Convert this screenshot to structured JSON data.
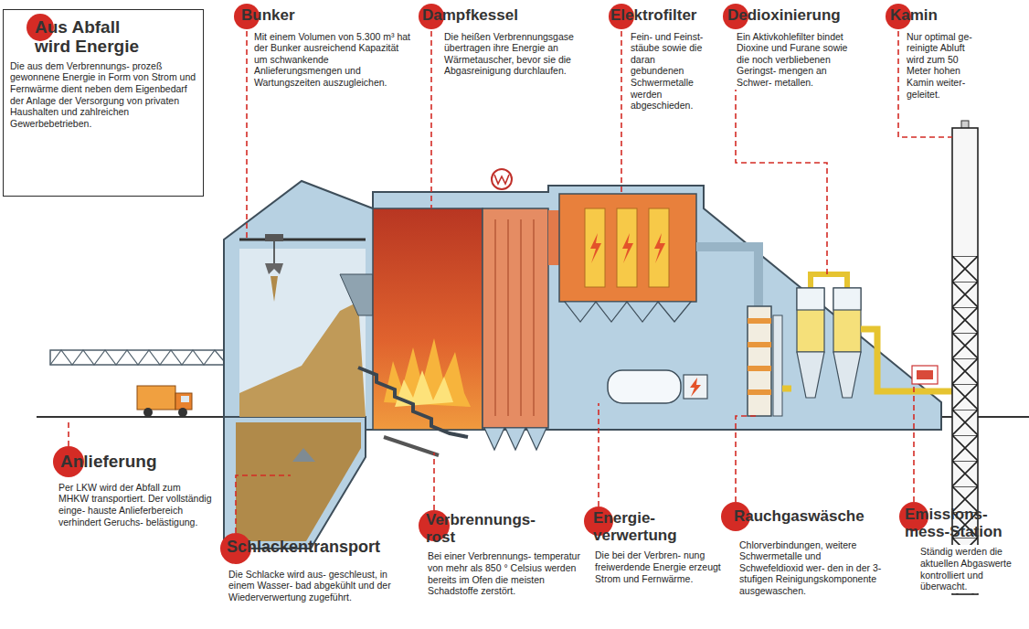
{
  "diagram": {
    "nodes": [
      {
        "text": [
          "Aus Abfall wird Energie",
          "Die aus dem Verbrennungs- prozeß gewonnene Energie in Form von Strom und Fernwärme dient neben dem Eigenbedarf der Anlage der Versorgung von privaten Haushalten und zahlreichen Gewerbebetrieben."
        ]
      },
      {
        "text": [
          "Bunker",
          "Mit einem Volumen von 5.300 m³ hat der Bunker ausreichend Kapazität um schwankende Anlieferungsmengen und Wartungszeiten auszugleichen."
        ]
      },
      {
        "text": [
          "Dampfkessel",
          "Die heißen Verbrennungsgase übertragen ihre Energie an Wärmetauscher, bevor sie die Abgasreinigung durchlaufen."
        ]
      },
      {
        "text": [
          "Elektrofilter",
          "Fein- und Feinst- stäube sowie die daran gebundenen Schwermetalle werden abgeschieden."
        ]
      },
      {
        "text": [
          "Dedioxinierung",
          "Ein Aktivkohlefilter bindet Dioxine und Furane sowie die noch verbliebenen Geringst- mengen an Schwer- metallen."
        ]
      },
      {
        "text": [
          "Kamin",
          "Nur optimal ge- reinigte Abluft wird zum 50 Meter hohen Kamin weiter- geleitet."
        ]
      },
      {
        "text": [
          "Anlieferung",
          "Per LKW wird der Abfall zum MHKW transportiert. Der vollständig einge- hauste Anlieferbereich verhindert Geruchs- belästigung."
        ]
      },
      {
        "text": [
          "Schlackentransport",
          "Die Schlacke wird aus- geschleust, in einem Wasser- bad abgekühlt und der Wiederverwertung zugeführt."
        ]
      },
      {
        "text": [
          "Verbrennungs- rost",
          "Bei einer Verbrennungs- temperatur von mehr als 850 ° Celsius werden bereits im Ofen die meisten Schadstoffe zerstört."
        ]
      },
      {
        "text": [
          "Energie- verwertung",
          "Die bei der Verbren- nung freiwerdende Energie erzeugt Strom und Fernwärme."
        ]
      },
      {
        "text": [
          "Rauchgaswäsche",
          "Chlorverbindungen, weitere Schwermetalle und Schwefeldioxid wer- den in der 3-stufigen Reinigungskomponente ausgewaschen."
        ]
      },
      {
        "text": [
          "Emissions- mess-Station",
          "Ständig werden die aktuellen Abgaswerte kontrolliert und überwacht."
        ]
      }
    ]
  }
}
